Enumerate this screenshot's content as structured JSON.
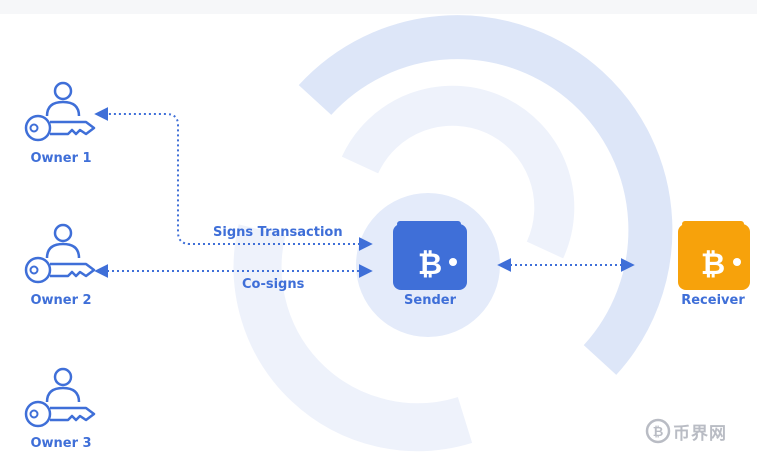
{
  "owners": [
    {
      "label": "Owner 1"
    },
    {
      "label": "Owner 2"
    },
    {
      "label": "Owner 3"
    }
  ],
  "sender": {
    "label": "Sender",
    "icon": "bitcoin-wallet-icon",
    "color": "#3f6fd8"
  },
  "receiver": {
    "label": "Receiver",
    "icon": "bitcoin-wallet-icon",
    "color": "#f7a20b"
  },
  "edges": {
    "signs": {
      "label": "Signs Transaction"
    },
    "cosigns": {
      "label": "Co-signs"
    }
  },
  "watermark": {
    "text": "币界网"
  },
  "colors": {
    "accent": "#3f6fd8",
    "ring": "#dde6f8",
    "receiver": "#f7a20b"
  }
}
